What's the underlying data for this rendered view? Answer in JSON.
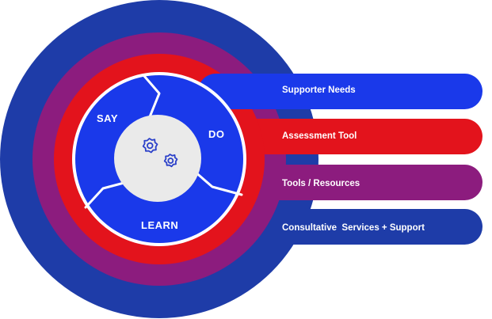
{
  "colors": {
    "navy": "#1e3ca8",
    "purple": "#8c1c7e",
    "red": "#e3131c",
    "blue": "#1a39ea",
    "hub": "#eaeaea",
    "gear": "#2b40c9",
    "white": "#ffffff"
  },
  "bands": [
    {
      "label": "Supporter Needs",
      "color": "blue"
    },
    {
      "label": "Assessment Tool",
      "color": "red"
    },
    {
      "label": "Tools / Resources",
      "color": "purple"
    },
    {
      "label": "Consultative  Services + Support",
      "color": "navy"
    }
  ],
  "cycle": {
    "segments": [
      "SAY",
      "DO",
      "LEARN"
    ],
    "center_icon": "gears-icon"
  }
}
